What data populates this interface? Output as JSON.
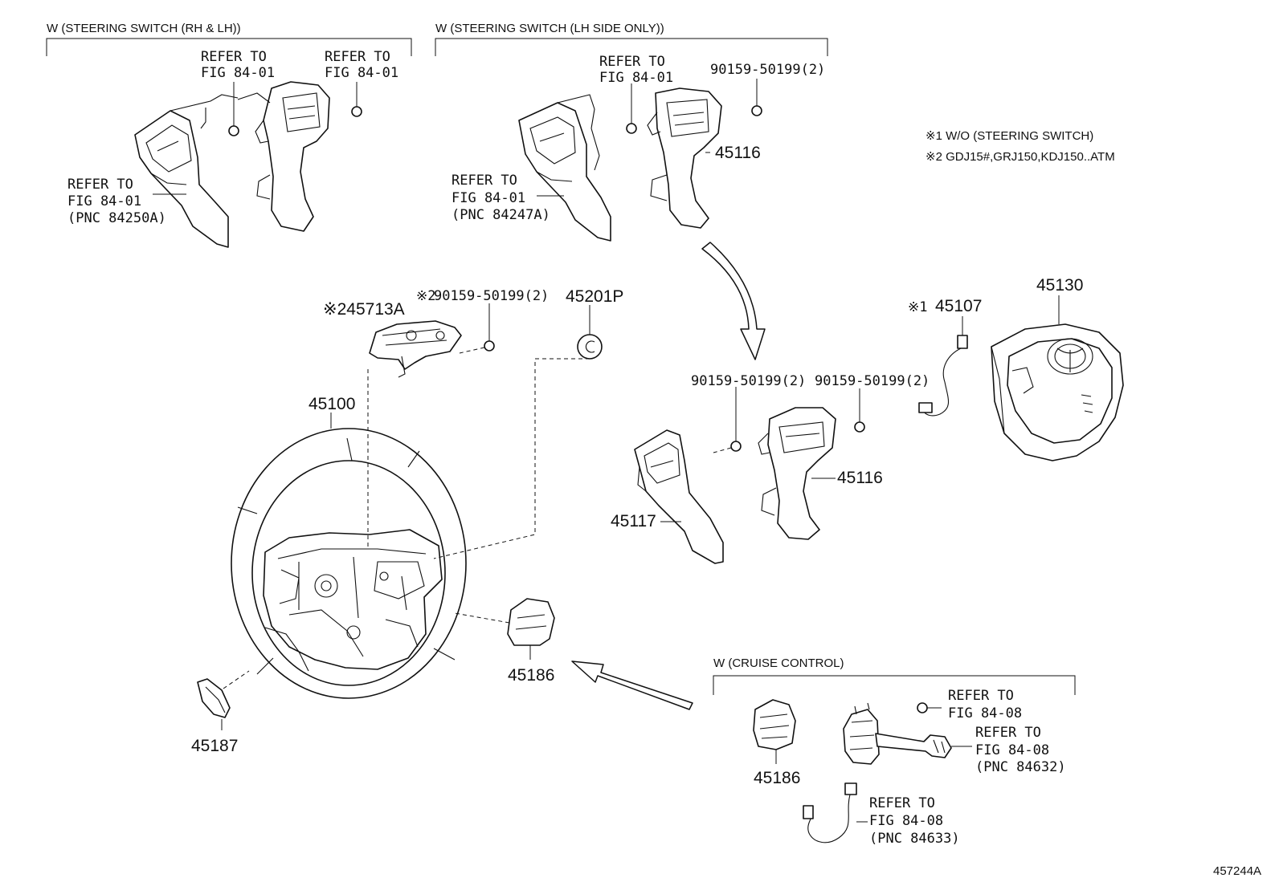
{
  "groups": {
    "steering_switch_rh_lh": "W (STEERING SWITCH (RH & LH))",
    "steering_switch_lh_only": "W (STEERING SWITCH (LH SIDE ONLY))",
    "cruise_control": "W (CRUISE CONTROL)"
  },
  "notes": {
    "note1": "※1 W/O (STEERING SWITCH)",
    "note2": "※2 GDJ15#,GRJ150,KDJ150..ATM"
  },
  "labels": {
    "rh_lh_ref1_a": "REFER TO",
    "rh_lh_ref1_b": "FIG 84-01",
    "rh_lh_ref2_a": "REFER TO",
    "rh_lh_ref2_b": "FIG 84-01",
    "rh_lh_ref3_a": "REFER TO",
    "rh_lh_ref3_b": "FIG 84-01",
    "rh_lh_ref3_c": "(PNC 84250A)",
    "lh_ref1_a": "REFER TO",
    "lh_ref1_b": "FIG 84-01",
    "lh_bolt": "90159-50199(2)",
    "lh_ref2_a": "REFER TO",
    "lh_ref2_b": "FIG 84-01",
    "lh_ref2_c": "(PNC 84247A)",
    "cc_ref1_a": "REFER TO",
    "cc_ref1_b": "FIG 84-08",
    "cc_ref2_a": "REFER TO",
    "cc_ref2_b": "FIG 84-08",
    "cc_ref2_c": "(PNC 84632)",
    "cc_ref3_a": "REFER TO",
    "cc_ref3_b": "FIG 84-08",
    "cc_ref3_c": "(PNC 84633)",
    "bolt_mid_left": "90159-50199(2)",
    "bolt_mid_right": "90159-50199(2)",
    "bolt_center": "90159-50199(2)",
    "bolt_center_mark": "※2"
  },
  "parts": {
    "p45116_top": "45116",
    "p45116_mid": "45116",
    "p45117": "45117",
    "p45713A": "※245713A",
    "p45201P": "45201P",
    "p45100": "45100",
    "p45107_mark": "※1",
    "p45107": "45107",
    "p45130": "45130",
    "p45186_center": "45186",
    "p45186_cc": "45186",
    "p45187": "45187"
  },
  "figure_id": "457244A"
}
